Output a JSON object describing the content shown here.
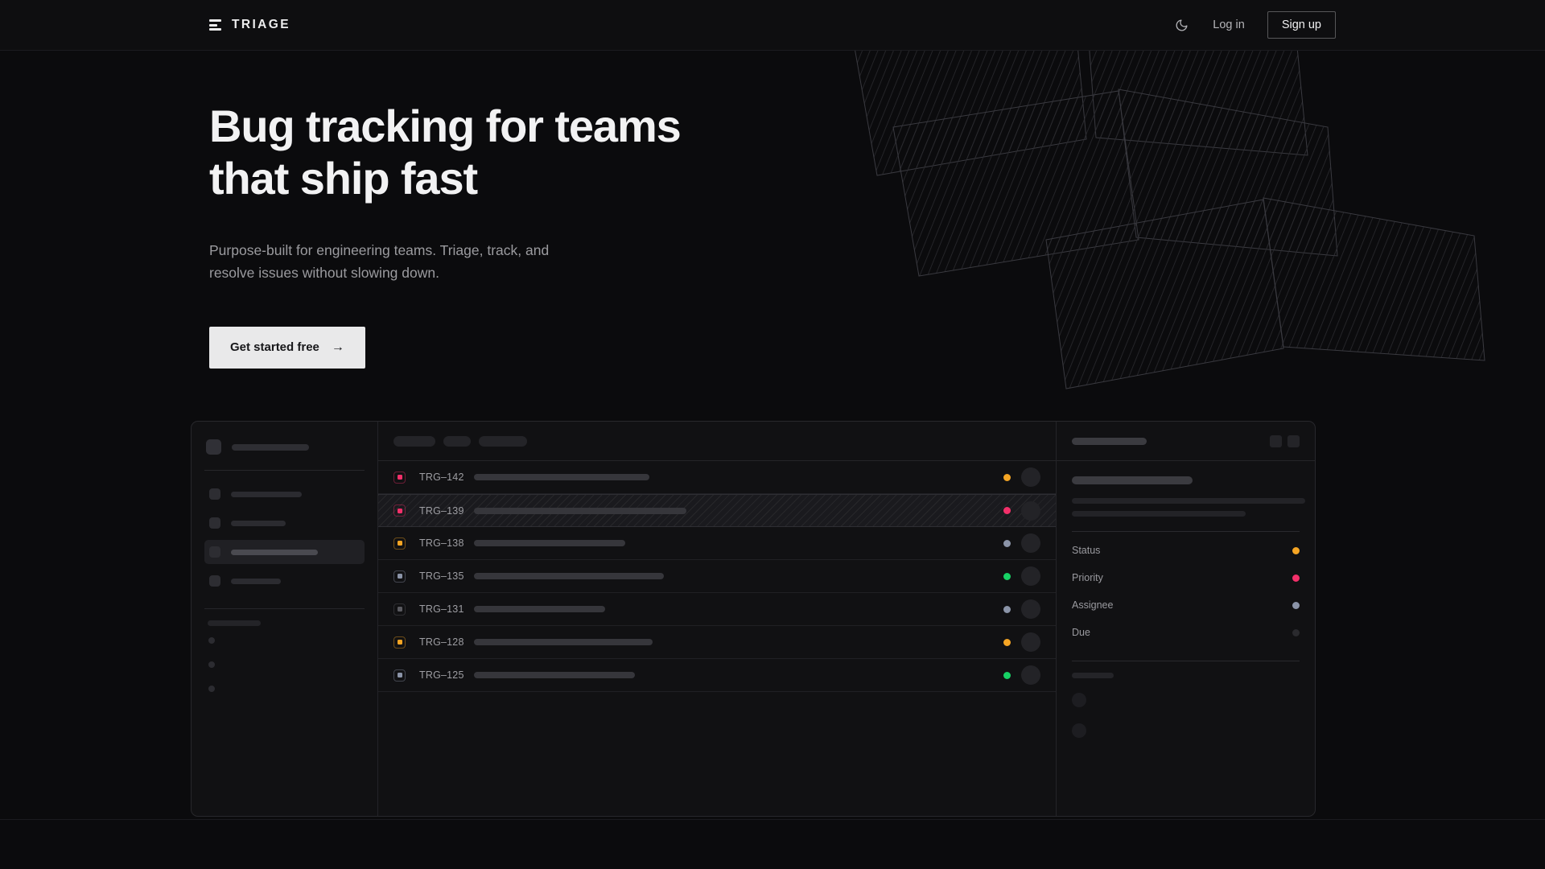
{
  "nav": {
    "brand": "TRIAGE",
    "brand_icon": "stacked-bars-logo-icon",
    "theme_toggle_icon": "moon-icon",
    "login_label": "Log in",
    "signup_label": "Sign up"
  },
  "hero": {
    "heading_line1": "Bug tracking for teams",
    "heading_line2": "that ship fast",
    "subtitle_line1": "Purpose-built for engineering teams. Triage, track, and",
    "subtitle_line2": "resolve issues without slowing down.",
    "cta_label": "Get started free",
    "cta_arrow": "→",
    "decoration": "striped-rotated-panels"
  },
  "colors": {
    "page_bg": "#0b0b0d",
    "panel_bg": "#111113",
    "border": "#28282c",
    "text_primary": "#f2f2f3",
    "text_muted": "#9b9b9f",
    "cta_bg": "#e9e9ea",
    "amber": "#f5a524",
    "pink": "#f3306a",
    "green": "#17d265",
    "slate": "#8b94a8",
    "gray": "#5a5a60"
  },
  "mockup": {
    "sidebar": {
      "workspace_icon": "workspace-square-icon",
      "nav_items": [
        {
          "width": 88,
          "active": false
        },
        {
          "width": 68,
          "active": false
        },
        {
          "width": 108,
          "active": true
        },
        {
          "width": 62,
          "active": false
        }
      ],
      "section_label": "section-placeholder",
      "mini_items": 3
    },
    "toolbar": {
      "pills": [
        52,
        34,
        60
      ]
    },
    "list": {
      "columns": [
        "priority",
        "id",
        "title",
        "status",
        "assignee"
      ],
      "rows": [
        {
          "id": "TRG–142",
          "priority_color": "#f3306a",
          "title_width": 218,
          "status_color": "#f5a524",
          "selected": false
        },
        {
          "id": "TRG–139",
          "priority_color": "#f3306a",
          "title_width": 264,
          "status_color": "#f3306a",
          "selected": true
        },
        {
          "id": "TRG–138",
          "priority_color": "#f5a524",
          "title_width": 188,
          "status_color": "#8b94a8",
          "selected": false
        },
        {
          "id": "TRG–135",
          "priority_color": "#8b94a8",
          "title_width": 236,
          "status_color": "#17d265",
          "selected": false
        },
        {
          "id": "TRG–131",
          "priority_color": "#5a5a60",
          "title_width": 163,
          "status_color": "#8b94a8",
          "selected": false
        },
        {
          "id": "TRG–128",
          "priority_color": "#f5a524",
          "title_width": 222,
          "status_color": "#f5a524",
          "selected": false
        },
        {
          "id": "TRG–125",
          "priority_color": "#8b94a8",
          "title_width": 200,
          "status_color": "#17d265",
          "selected": false
        }
      ]
    },
    "detail": {
      "header_buttons": 2,
      "body_lines": [
        290,
        216
      ],
      "meta": [
        {
          "label": "Status",
          "color": "#f5a524"
        },
        {
          "label": "Priority",
          "color": "#f3306a"
        },
        {
          "label": "Assignee",
          "color": "#8b94a8"
        },
        {
          "label": "Due",
          "color": "#2a2a2e"
        }
      ],
      "activity_avatars": 2
    }
  }
}
